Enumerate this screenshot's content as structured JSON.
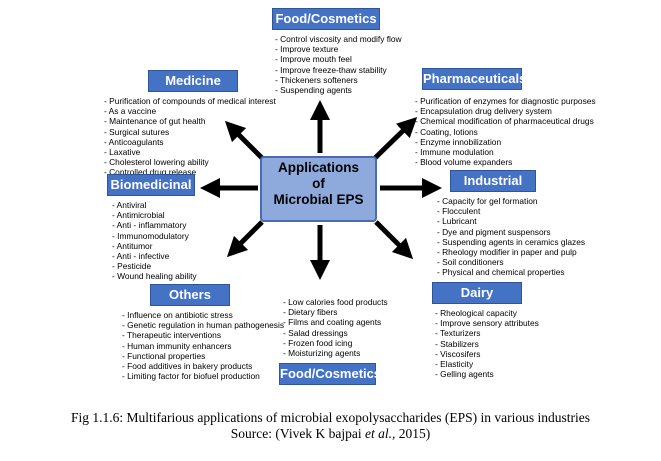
{
  "center": {
    "line1": "Applications",
    "line2": "of",
    "line3": "Microbial EPS"
  },
  "categories": {
    "food_top": {
      "title": "Food/Cosmetics",
      "items": [
        "Control viscosity and modify flow",
        "Improve texture",
        "Improve mouth feel",
        "Improve freeze-thaw stability",
        "Thickeners softeners",
        "Suspending agents"
      ]
    },
    "medicine": {
      "title": "Medicine",
      "items": [
        "Purification of compounds of medical interest",
        "As a vaccine",
        "Maintenance of gut health",
        "Surgical sutures",
        "Anticoagulants",
        "Laxative",
        "Cholesterol lowering ability",
        "Controlled drug release"
      ]
    },
    "pharmaceuticals": {
      "title": "Pharmaceuticals",
      "items": [
        "Purification of enzymes for diagnostic purposes",
        "Encapsulation drug delivery system",
        "Chemical modification of pharmaceutical drugs",
        "Coating, lotions",
        "Enzyme innobilization",
        "Immune modulation",
        "Blood volume expanders"
      ]
    },
    "biomedicinal": {
      "title": "Biomedicinal",
      "items": [
        "Antiviral",
        "Antimicrobial",
        "Anti - inflammatory",
        "Immunomodulatory",
        "Antitumor",
        "Anti - infective",
        "Pesticide",
        "Wound healing ability"
      ]
    },
    "industrial": {
      "title": "Industrial",
      "items": [
        "Capacity for gel formation",
        "Flocculent",
        "Lubricant",
        "Dye and pigment suspensors",
        "Suspending agents in ceramics glazes",
        "Rheology modifier in paper and pulp",
        "Soil conditioners",
        "Physical and chemical properties"
      ]
    },
    "others": {
      "title": "Others",
      "items": [
        "Influence on antibiotic stress",
        "Genetic regulation in human pathogenesis",
        "Therapeutic interventions",
        "Human immunity enhancers",
        "Functional properties",
        "Food additives in bakery products",
        "Limiting factor for biofuel production"
      ]
    },
    "food_bottom": {
      "title": "Food/Cosmetics",
      "items": [
        "Low calories food products",
        "Dietary fibers",
        "Films and coating agents",
        "Salad dressings",
        "Frozen food icing",
        "Moisturizing agents"
      ]
    },
    "dairy": {
      "title": "Dairy",
      "items": [
        "Rheological capacity",
        "Improve sensory attributes",
        "Texturizers",
        "Stabilizers",
        "Viscosifers",
        "Elasticity",
        "Gelling agents"
      ]
    }
  },
  "caption": {
    "line1": "Fig 1.1.6: Multifarious applications of microbial exopolysaccharides (EPS) in various industries",
    "line2_prefix": "Source: (Vivek K bajpai ",
    "line2_italic": "et al.,",
    "line2_suffix": " 2015)"
  },
  "colors": {
    "header_fill": "#4472c4",
    "center_fill": "#8ea9db",
    "arrow": "#000000"
  }
}
